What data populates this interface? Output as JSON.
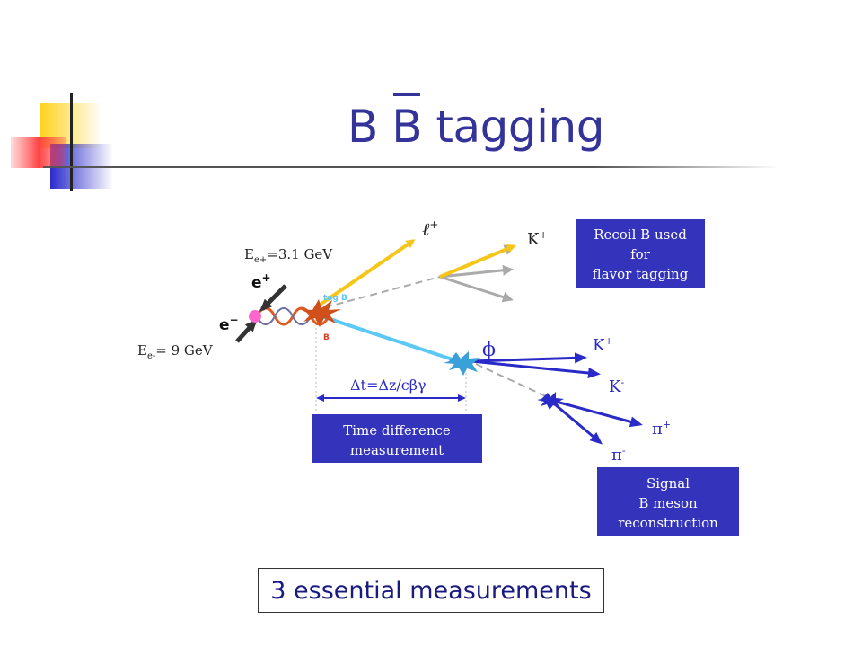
{
  "slide": {
    "title_prefix": "B ",
    "title_bar_letter": "B",
    "title_suffix": " tagging",
    "footer": "3 essential measurements"
  },
  "diagram": {
    "energy_positron": "E",
    "energy_positron_sub": "e+",
    "energy_positron_val": "=3.1 GeV",
    "energy_electron": "E",
    "energy_electron_sub": "e-",
    "energy_electron_val": "= 9 GeV",
    "positron_label": "e",
    "positron_sup": "+",
    "electron_label": "e",
    "electron_sup": "−",
    "lepton_label": "ℓ",
    "lepton_sup": "+",
    "kplus_top": "K",
    "kplus_top_sup": "+",
    "tag_b_label": "tag B",
    "b_label": "B",
    "phi_label": "ϕ",
    "kplus_mid": "K",
    "kplus_mid_sup": "+",
    "kminus": "K",
    "kminus_sup": "-",
    "piplus": "π",
    "piplus_sup": "+",
    "piminus": "π",
    "piminus_sup": "-",
    "dt_formula": "Δt=Δz/cβγ",
    "box_recoil": [
      "Recoil B used",
      "for",
      "flavor tagging"
    ],
    "box_time": [
      "Time difference",
      "measurement"
    ],
    "box_signal": [
      "Signal",
      "B meson",
      "reconstruction"
    ]
  },
  "colors": {
    "title": "#333399",
    "box_fill": "#3333bb",
    "yellow_track": "#f5c518",
    "cyan_track": "#5bc8f5",
    "blue_track": "#2a2ac8",
    "grey_track": "#aaaaaa"
  }
}
